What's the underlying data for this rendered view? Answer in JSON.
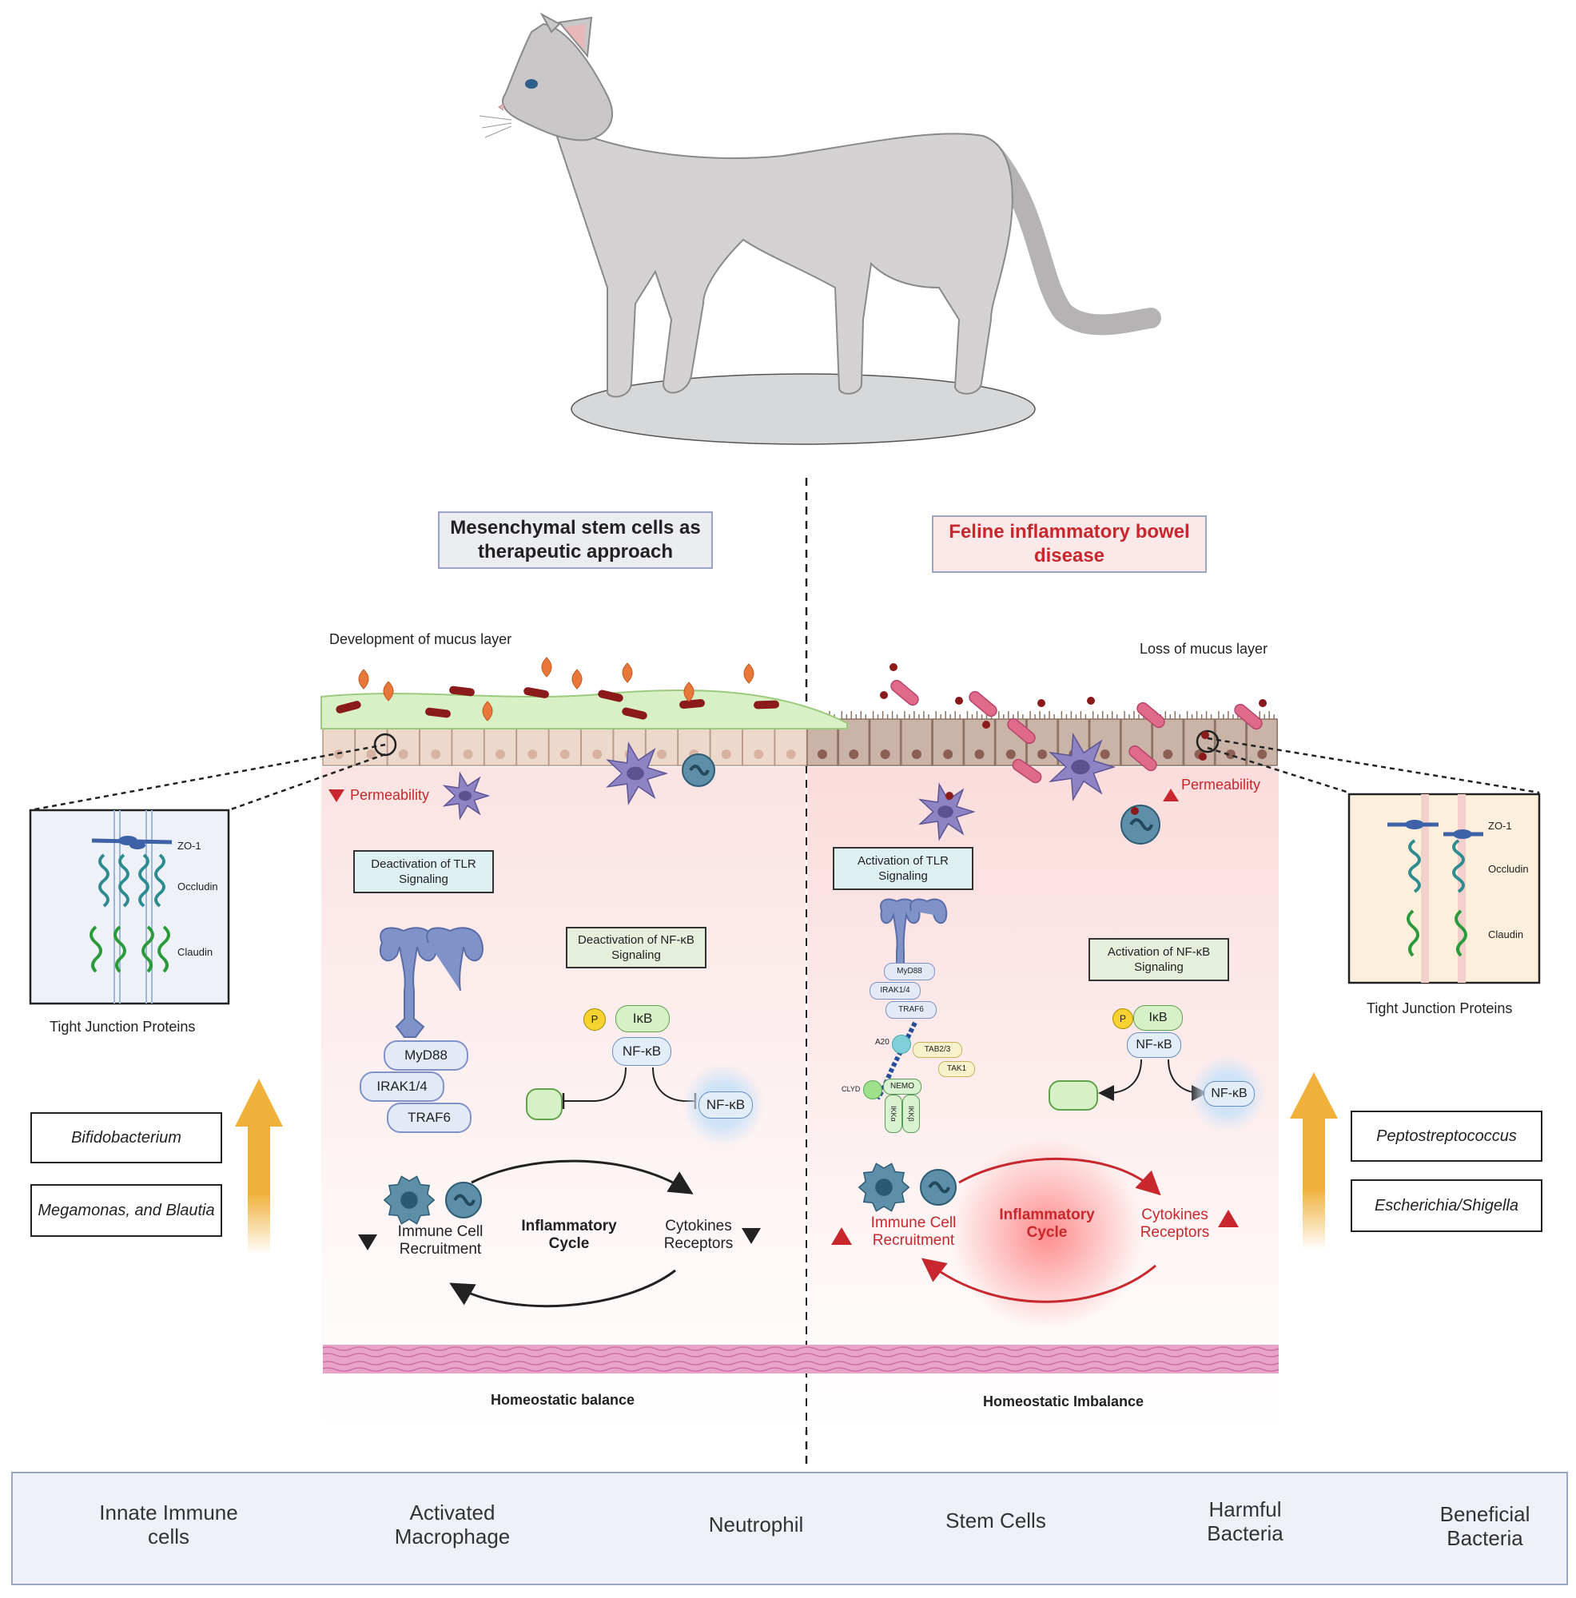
{
  "panels": {
    "left_title": "Mesenchymal stem cells as therapeutic approach",
    "right_title": "Feline inflammatory bowel disease"
  },
  "left": {
    "mucus_label": "Development of mucus layer",
    "permeability": "Permeability",
    "tlr_box": "Deactivation of TLR Signaling",
    "nfkb_box": "Deactivation of NF-κB Signaling",
    "myd88": "MyD88",
    "irak": "IRAK1/4",
    "traf6": "TRAF6",
    "p": "P",
    "ikb": "IκB",
    "nfkb": "NF-κB",
    "nfkb_free": "NF-κB",
    "immune": "Immune Cell Recruitment",
    "cycle": "Inflammatory Cycle",
    "cytokines": "Cytokines Receptors",
    "balance": "Homeostatic balance",
    "tj_title": "Tight Junction Proteins",
    "zo1": "ZO-1",
    "occludin": "Occludin",
    "claudin": "Claudin",
    "bacteria": [
      "Bifidobacterium",
      "Megamonas, and Blautia"
    ]
  },
  "right": {
    "mucus_label": "Loss of mucus layer",
    "permeability": "Permeability",
    "tlr_box": "Activation of TLR Signaling",
    "nfkb_box": "Activation of NF-κB Signaling",
    "myd88": "MyD88",
    "irak": "IRAK1/4",
    "traf6": "TRAF6",
    "a20": "A20",
    "tab": "TAB2/3",
    "tak1": "TAK1",
    "cyld": "CLYD",
    "nemo": "NEMO",
    "ikka": "IKKα",
    "ikkb": "IKKβ",
    "p": "P",
    "ikb": "IκB",
    "nfkb": "NF-κB",
    "nfkb_free": "NF-κB",
    "immune": "Immune Cell Recruitment",
    "cycle": "Inflammatory Cycle",
    "cytokines": "Cytokines Receptors",
    "imbalance": "Homeostatic Imbalance",
    "tj_title": "Tight Junction Proteins",
    "zo1": "ZO-1",
    "occludin": "Occludin",
    "claudin": "Claudin",
    "bacteria": [
      "Peptostreptococcus",
      "Escherichia/Shigella"
    ]
  },
  "legend": [
    {
      "label": "Innate Immune cells",
      "icon": "innate-immune-cells-icon"
    },
    {
      "label": "Activated Macrophage",
      "icon": "macrophage-icon"
    },
    {
      "label": "Neutrophil",
      "icon": "neutrophil-icon"
    },
    {
      "label": "Stem Cells",
      "icon": "stem-cell-icon"
    },
    {
      "label": "Harmful Bacteria",
      "icon": "harmful-bacteria-icon"
    },
    {
      "label": "Beneficial Bacteria",
      "icon": "beneficial-bacteria-icon"
    }
  ],
  "colors": {
    "left_title_bg": "#ebedf1",
    "right_title_bg": "#fbe8e8",
    "right_title_text": "#c8282d",
    "tissue_bg": "#fdeaea",
    "accent_red": "#c8282d",
    "arrow_orange": "#f0b03a",
    "legend_bg": "#eef1f8"
  }
}
